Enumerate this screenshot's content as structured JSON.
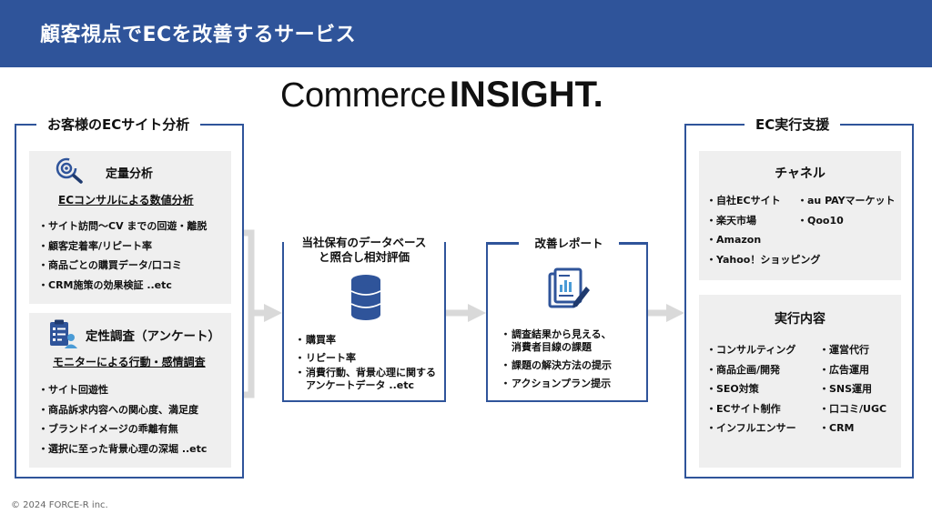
{
  "header": {
    "title": "顧客視点でECを改善するサービス"
  },
  "logo": {
    "light": "Commerce",
    "bold": "INSIGHT."
  },
  "left_panel": {
    "title": "お客様のECサイト分析",
    "quantitative": {
      "title": "定量分析",
      "subtitle": "ECコンサルによる数値分析",
      "items": [
        "サイト訪問～CV までの回遊・離脱",
        "顧客定着率/リピート率",
        "商品ごとの購買データ/口コミ",
        "CRM施策の効果検証 ..etc"
      ]
    },
    "qualitative": {
      "title": "定性調査（アンケート）",
      "subtitle": "モニターによる行動・感情調査",
      "items": [
        "サイト回遊性",
        "商品訴求内容への関心度、満足度",
        "ブランドイメージの乖離有無",
        "選択に至った背景心理の深堀 ..etc"
      ]
    }
  },
  "database_box": {
    "title_line1": "当社保有のデータベース",
    "title_line2": "と照合し相対評価",
    "items": [
      [
        "購買率"
      ],
      [
        "リピート率"
      ],
      [
        "消費行動、背景心理に関する",
        "アンケートデータ ..etc"
      ]
    ]
  },
  "report_box": {
    "title": "改善レポート",
    "items": [
      [
        "調査結果から見える、",
        "消費者目線の課題"
      ],
      [
        "課題の解決方法の提示"
      ],
      [
        "アクションプラン提示"
      ]
    ]
  },
  "right_panel": {
    "title": "EC実行支援",
    "channel": {
      "title": "チャネル",
      "col1": [
        "自社ECサイト",
        "楽天市場",
        "Amazon",
        "Yahoo！ショッピング"
      ],
      "col2": [
        "au PAYマーケット",
        "Qoo10"
      ]
    },
    "execution": {
      "title": "実行内容",
      "col1": [
        "コンサルティング",
        "商品企画/開発",
        "SEO対策",
        "ECサイト制作",
        "インフルエンサー"
      ],
      "col2": [
        "運営代行",
        "広告運用",
        "SNS運用",
        "口コミ/UGC",
        "CRM"
      ]
    }
  },
  "footer": {
    "copyright": "© 2024 FORCE-R inc."
  },
  "colors": {
    "brand_blue": "#2f549a",
    "arrow_gray": "#d9d9d9",
    "subbox_gray": "#efefef"
  },
  "icons": [
    "gear-search-icon",
    "survey-person-icon",
    "database-icon",
    "report-icon"
  ]
}
